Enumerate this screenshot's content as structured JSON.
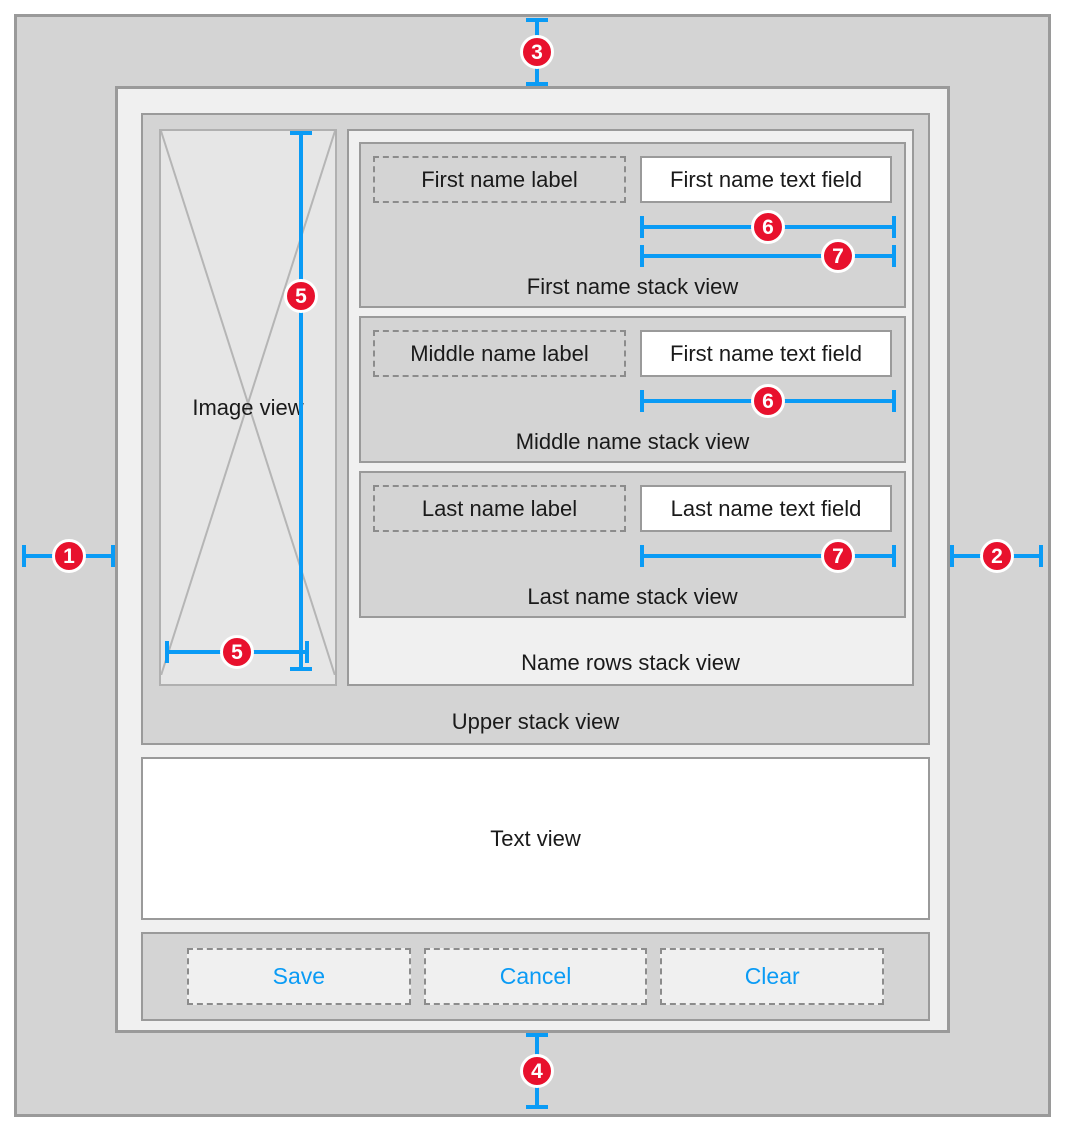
{
  "diagram": {
    "title": "Auto Layout stack view constraint diagram",
    "colors": {
      "accent_blue": "#0a9bf5",
      "badge_red": "#e8112d",
      "panel_gray": "#d4d4d4",
      "light_gray": "#f0f0f0",
      "border_gray": "#9a9a9a"
    }
  },
  "edge_constraints": [
    {
      "id": "1",
      "number": "1",
      "orientation": "horizontal",
      "name": "leading-edge-constraint"
    },
    {
      "id": "2",
      "number": "2",
      "orientation": "horizontal",
      "name": "trailing-edge-constraint"
    },
    {
      "id": "3",
      "number": "3",
      "orientation": "vertical",
      "name": "top-edge-constraint"
    },
    {
      "id": "4",
      "number": "4",
      "orientation": "vertical",
      "name": "bottom-edge-constraint"
    }
  ],
  "image_view": {
    "label": "Image view",
    "constraints": [
      {
        "number": "5",
        "orientation": "vertical",
        "name": "image-height-constraint"
      },
      {
        "number": "5",
        "orientation": "horizontal",
        "name": "image-width-constraint"
      }
    ]
  },
  "upper_stack": {
    "label": "Upper stack view"
  },
  "name_rows_stack": {
    "label": "Name rows stack view",
    "rows": [
      {
        "stack_label": "First name stack view",
        "field_label": "First name label",
        "text_field": "First name text field",
        "constraints": [
          {
            "number": "6",
            "badge_position": "center"
          },
          {
            "number": "7",
            "badge_position": "right"
          }
        ]
      },
      {
        "stack_label": "Middle name stack view",
        "field_label": "Middle name label",
        "text_field": "First name text field",
        "constraints": [
          {
            "number": "6",
            "badge_position": "center"
          }
        ]
      },
      {
        "stack_label": "Last name stack view",
        "field_label": "Last name label",
        "text_field": "Last name text field",
        "constraints": [
          {
            "number": "7",
            "badge_position": "right"
          }
        ]
      }
    ]
  },
  "text_view": {
    "label": "Text view"
  },
  "buttons_stack": {
    "buttons": [
      {
        "label": "Save",
        "name": "save-button"
      },
      {
        "label": "Cancel",
        "name": "cancel-button"
      },
      {
        "label": "Clear",
        "name": "clear-button"
      }
    ]
  }
}
